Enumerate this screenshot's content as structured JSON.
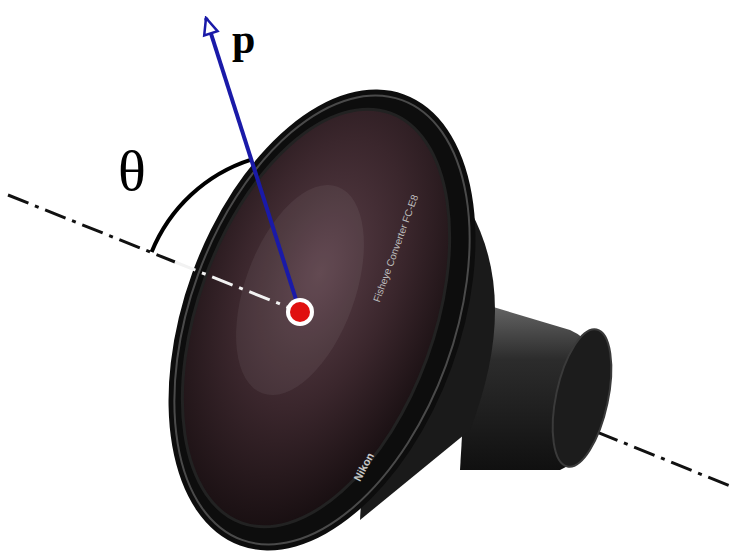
{
  "diagram": {
    "labels": [
      "p",
      "θ",
      "Nikon",
      "Fisheye Converter FC-E8"
    ]
  }
}
